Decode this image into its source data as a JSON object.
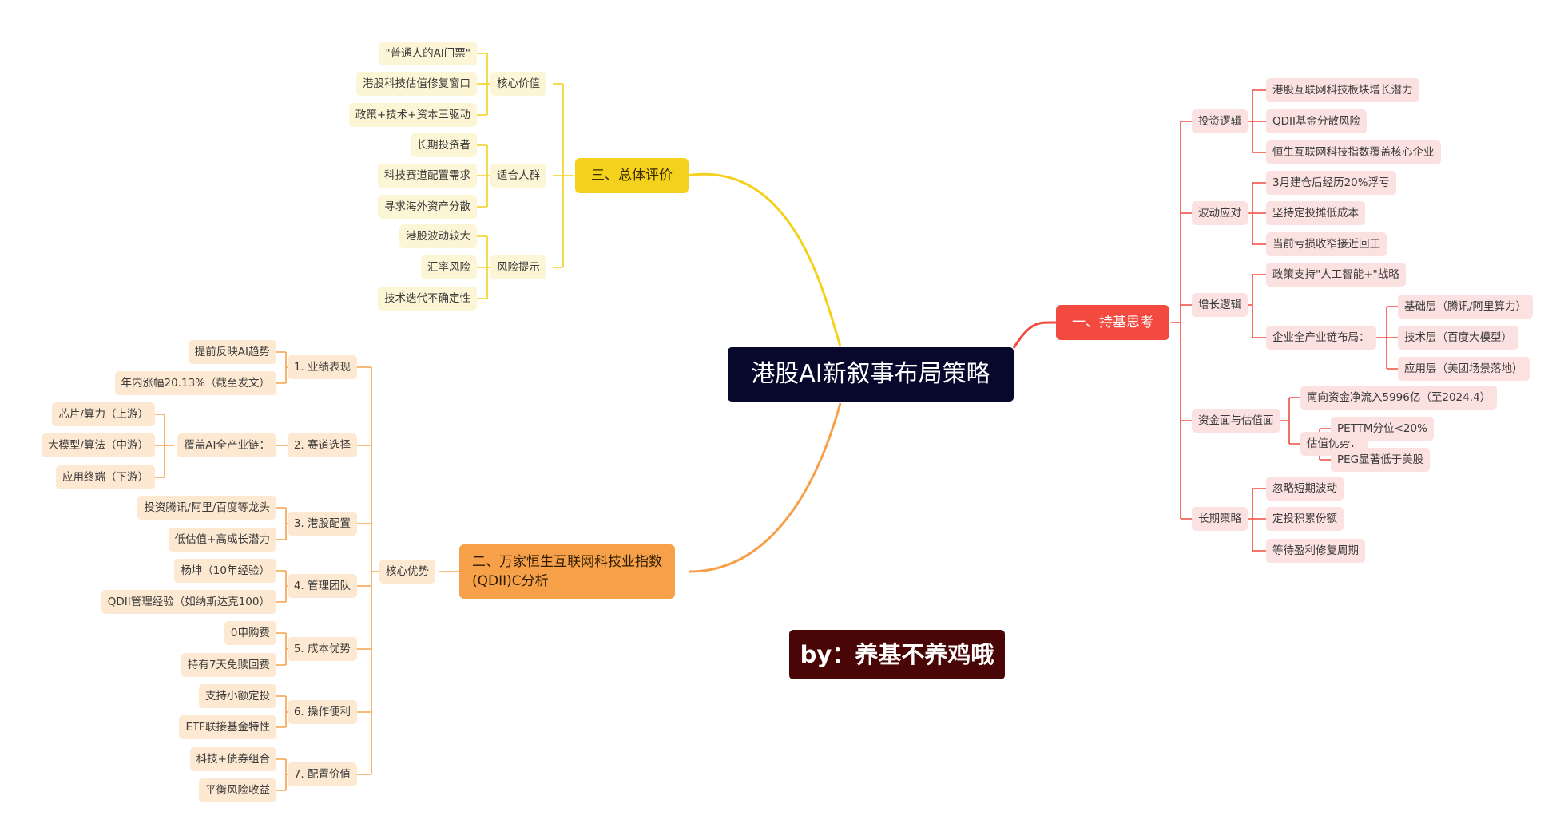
{
  "root": "港股AI新叙事布局策略",
  "signature": "by：养基不养鸡哦",
  "colors": {
    "root": "#07082c",
    "red": "#f24a3f",
    "yellow": "#f3d11c",
    "orange": "#f6a14a",
    "signature": "#4a0606"
  },
  "branch1": {
    "title": "一、持基思考",
    "sections": [
      {
        "label": "投资逻辑",
        "items": [
          "港股互联网科技板块增长潜力",
          "QDII基金分散风险",
          "恒生互联网科技指数覆盖核心企业"
        ]
      },
      {
        "label": "波动应对",
        "items": [
          "3月建仓后经历20%浮亏",
          "坚持定投摊低成本",
          "当前亏损收窄接近回正"
        ]
      },
      {
        "label": "增长逻辑",
        "items": [
          "政策支持\"人工智能+\"战略",
          "企业全产业链布局："
        ],
        "sub": [
          "基础层（腾讯/阿里算力）",
          "技术层（百度大模型）",
          "应用层（美团场景落地）"
        ]
      },
      {
        "label": "资金面与估值面",
        "items": [
          "南向资金净流入5996亿（至2024.4）",
          "估值优势："
        ],
        "sub": [
          "PETTM分位<20%",
          "PEG显著低于美股"
        ]
      },
      {
        "label": "长期策略",
        "items": [
          "忽略短期波动",
          "定投积累份额",
          "等待盈利修复周期"
        ]
      }
    ]
  },
  "branch2": {
    "title_line1": "二、万家恒生互联网科技业指数",
    "title_line2": "(QDII)C分析",
    "hub": "核心优势",
    "sections": [
      {
        "label": "1. 业绩表现",
        "items": [
          "提前反映AI趋势",
          "年内涨幅20.13%（截至发文）"
        ]
      },
      {
        "label": "2. 赛道选择",
        "items": [
          "覆盖AI全产业链："
        ],
        "sub": [
          "芯片/算力（上游）",
          "大模型/算法（中游）",
          "应用终端（下游）"
        ]
      },
      {
        "label": "3. 港股配置",
        "items": [
          "投资腾讯/阿里/百度等龙头",
          "低估值+高成长潜力"
        ]
      },
      {
        "label": "4. 管理团队",
        "items": [
          "杨坤（10年经验）",
          "QDII管理经验（如纳斯达克100）"
        ]
      },
      {
        "label": "5. 成本优势",
        "items": [
          "0申购费",
          "持有7天免赎回费"
        ]
      },
      {
        "label": "6. 操作便利",
        "items": [
          "支持小额定投",
          "ETF联接基金特性"
        ]
      },
      {
        "label": "7. 配置价值",
        "items": [
          "科技+债券组合",
          "平衡风险收益"
        ]
      }
    ]
  },
  "branch3": {
    "title": "三、总体评价",
    "sections": [
      {
        "label": "核心价值",
        "items": [
          "\"普通人的AI门票\"",
          "港股科技估值修复窗口",
          "政策+技术+资本三驱动"
        ]
      },
      {
        "label": "适合人群",
        "items": [
          "长期投资者",
          "科技赛道配置需求",
          "寻求海外资产分散"
        ]
      },
      {
        "label": "风险提示",
        "items": [
          "港股波动较大",
          "汇率风险",
          "技术迭代不确定性"
        ]
      }
    ]
  }
}
